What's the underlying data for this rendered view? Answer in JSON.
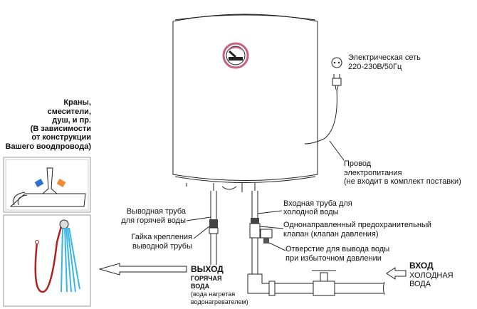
{
  "colors": {
    "hot_tap": "#f08a2c",
    "cold_tap": "#2f6fd0",
    "hose": "#b02020",
    "spray": "#39b6e6",
    "logo_ring": "#c8607a"
  },
  "fixtures_label": [
    "Краны,",
    "смесители,",
    "душ, и пр.",
    "(В зависимости",
    "от конструкции",
    "Вашего воодпровода)"
  ],
  "hot_outlet_pipe_label": [
    "Выводная труба",
    "для горячей воды"
  ],
  "outlet_nut_label": [
    "Гайка крепления",
    "выводной трубы"
  ],
  "hot_output": {
    "title": "ВЫХОД",
    "line1": "ГОРЯЧАЯ",
    "line2": "ВОДА",
    "note1": "(вода нагретая",
    "note2": "водонагревателем)"
  },
  "power_supply": [
    "Электрическая сеть",
    "220-230В/50Гц"
  ],
  "power_cord": [
    "Провод",
    "электропитания",
    "(не входит в комплект поставки)"
  ],
  "cold_inlet_pipe_label": [
    "Входная труба для",
    "холодной воды"
  ],
  "check_valve_label": [
    "Однонаправленный предохранительный",
    "клапан (клапан давления)"
  ],
  "relief_hole_label": [
    "Отверстие для вывода воды",
    "при избыточном давлении"
  ],
  "cold_input": {
    "title": "ВХОД",
    "line1": "ХОЛОДНАЯ",
    "line2": "ВОДА"
  }
}
